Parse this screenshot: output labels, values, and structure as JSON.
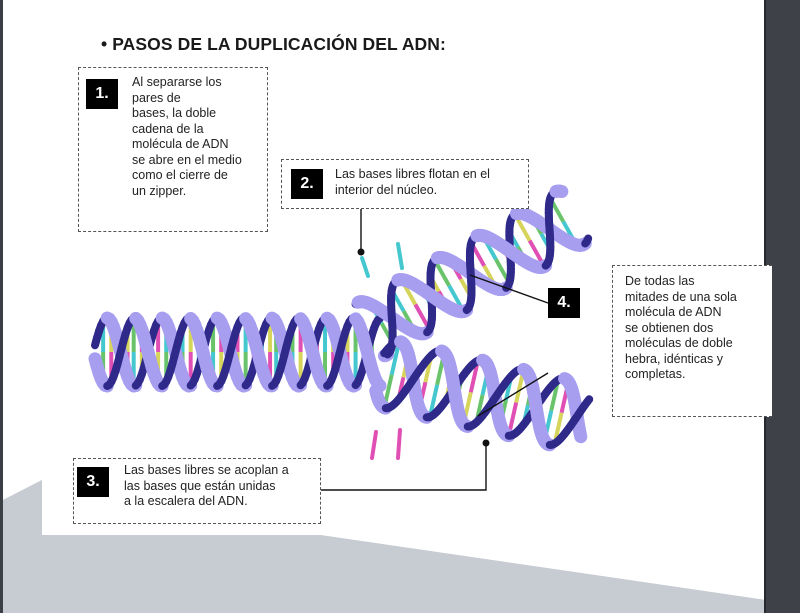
{
  "title": "• PASOS DE LA DUPLICACIÓN DEL ADN:",
  "steps": [
    {
      "number": "1.",
      "lines": [
        "Al separarse los",
        "pares de",
        "bases, la doble",
        "cadena de la",
        "molécula de ADN",
        "se abre en el medio",
        "como el cierre de",
        "un zipper."
      ]
    },
    {
      "number": "2.",
      "lines": [
        "Las bases libres flotan en el",
        "interior del núcleo."
      ]
    },
    {
      "number": "3.",
      "lines": [
        "Las bases libres se acoplan a",
        "las bases que están unidas",
        "a la escalera del ADN."
      ]
    },
    {
      "number": "4.",
      "lines": [
        "De todas las",
        "mitades de una sola",
        "molécula de ADN",
        "se obtienen dos",
        "moléculas de doble",
        "hebra, idénticas y",
        "completas."
      ]
    }
  ],
  "colors": {
    "strand_dark": "#2f2a8a",
    "strand_light": "#a79ef0",
    "base_yellow": "#d6d45a",
    "base_green": "#69c36a",
    "base_pink": "#e04fb4",
    "base_cyan": "#44c7cf",
    "callout_box": "#000000",
    "page_shadow": "#c7cbd2"
  }
}
